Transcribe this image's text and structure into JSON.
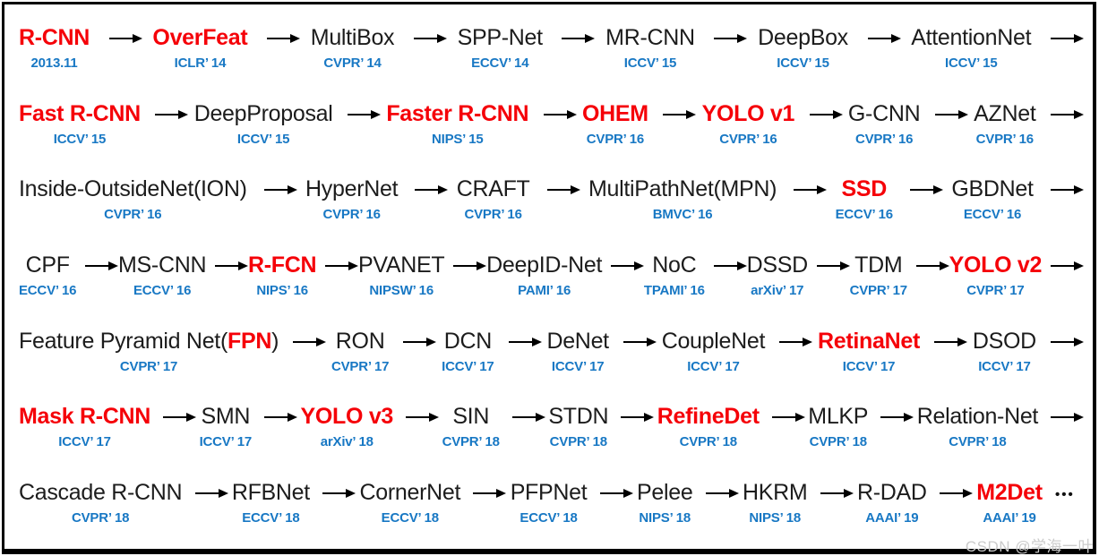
{
  "colors": {
    "red": "#f50008",
    "blue": "#1878c4",
    "black": "#1c1c1c"
  },
  "watermark": {
    "text": "CSDN @学海一叶"
  },
  "ellipsis_label": "•••",
  "rows": [
    {
      "trailing": "arrow",
      "items": [
        {
          "parts": [
            {
              "text": "R-CNN",
              "red": true
            }
          ],
          "venue": "2013.11"
        },
        {
          "parts": [
            {
              "text": "OverFeat",
              "red": true
            }
          ],
          "venue": "ICLR’ 14"
        },
        {
          "parts": [
            {
              "text": "MultiBox",
              "red": false
            }
          ],
          "venue": "CVPR’ 14"
        },
        {
          "parts": [
            {
              "text": "SPP-Net",
              "red": false
            }
          ],
          "venue": "ECCV’ 14"
        },
        {
          "parts": [
            {
              "text": "MR-CNN",
              "red": false
            }
          ],
          "venue": "ICCV’ 15"
        },
        {
          "parts": [
            {
              "text": "DeepBox",
              "red": false
            }
          ],
          "venue": "ICCV’ 15"
        },
        {
          "parts": [
            {
              "text": "AttentionNet",
              "red": false
            }
          ],
          "venue": "ICCV’ 15"
        }
      ]
    },
    {
      "trailing": "arrow",
      "items": [
        {
          "parts": [
            {
              "text": "Fast R-CNN",
              "red": true
            }
          ],
          "venue": "ICCV’ 15"
        },
        {
          "parts": [
            {
              "text": "DeepProposal",
              "red": false
            }
          ],
          "venue": "ICCV’ 15"
        },
        {
          "parts": [
            {
              "text": "Faster R-CNN",
              "red": true
            }
          ],
          "venue": "NIPS’ 15"
        },
        {
          "parts": [
            {
              "text": "OHEM",
              "red": true
            }
          ],
          "venue": "CVPR’ 16"
        },
        {
          "parts": [
            {
              "text": "YOLO v1",
              "red": true
            }
          ],
          "venue": "CVPR’ 16"
        },
        {
          "parts": [
            {
              "text": "G-CNN",
              "red": false
            }
          ],
          "venue": "CVPR’ 16"
        },
        {
          "parts": [
            {
              "text": "AZNet",
              "red": false
            }
          ],
          "venue": "CVPR’ 16"
        }
      ]
    },
    {
      "trailing": "arrow",
      "items": [
        {
          "parts": [
            {
              "text": "Inside-OutsideNet(ION)",
              "red": false
            }
          ],
          "venue": "CVPR’ 16"
        },
        {
          "parts": [
            {
              "text": "HyperNet",
              "red": false
            }
          ],
          "venue": "CVPR’ 16"
        },
        {
          "parts": [
            {
              "text": "CRAFT",
              "red": false
            }
          ],
          "venue": "CVPR’ 16"
        },
        {
          "parts": [
            {
              "text": "MultiPathNet(MPN)",
              "red": false
            }
          ],
          "venue": "BMVC’ 16"
        },
        {
          "parts": [
            {
              "text": "SSD",
              "red": true
            }
          ],
          "venue": "ECCV’ 16"
        },
        {
          "parts": [
            {
              "text": "GBDNet",
              "red": false
            }
          ],
          "venue": "ECCV’ 16"
        }
      ]
    },
    {
      "trailing": "arrow",
      "items": [
        {
          "parts": [
            {
              "text": "CPF",
              "red": false
            }
          ],
          "venue": "ECCV’ 16"
        },
        {
          "parts": [
            {
              "text": "MS-CNN",
              "red": false
            }
          ],
          "venue": "ECCV’ 16"
        },
        {
          "parts": [
            {
              "text": "R-FCN",
              "red": true
            }
          ],
          "venue": "NIPS’ 16"
        },
        {
          "parts": [
            {
              "text": "PVANET",
              "red": false
            }
          ],
          "venue": "NIPSW’ 16"
        },
        {
          "parts": [
            {
              "text": "DeepID-Net",
              "red": false
            }
          ],
          "venue": "PAMI’ 16"
        },
        {
          "parts": [
            {
              "text": "NoC",
              "red": false
            }
          ],
          "venue": "TPAMI’ 16"
        },
        {
          "parts": [
            {
              "text": "DSSD",
              "red": false
            }
          ],
          "venue": "arXiv’ 17"
        },
        {
          "parts": [
            {
              "text": "TDM",
              "red": false
            }
          ],
          "venue": "CVPR’ 17"
        },
        {
          "parts": [
            {
              "text": "YOLO v2",
              "red": true
            }
          ],
          "venue": "CVPR’ 17"
        }
      ]
    },
    {
      "trailing": "arrow",
      "items": [
        {
          "parts": [
            {
              "text": "Feature Pyramid Net(",
              "red": false
            },
            {
              "text": "FPN",
              "red": true
            },
            {
              "text": ")",
              "red": false
            }
          ],
          "venue": "CVPR’ 17"
        },
        {
          "parts": [
            {
              "text": "RON",
              "red": false
            }
          ],
          "venue": "CVPR’ 17"
        },
        {
          "parts": [
            {
              "text": "DCN",
              "red": false
            }
          ],
          "venue": "ICCV’ 17"
        },
        {
          "parts": [
            {
              "text": "DeNet",
              "red": false
            }
          ],
          "venue": "ICCV’ 17"
        },
        {
          "parts": [
            {
              "text": "CoupleNet",
              "red": false
            }
          ],
          "venue": "ICCV’ 17"
        },
        {
          "parts": [
            {
              "text": "RetinaNet",
              "red": true
            }
          ],
          "venue": "ICCV’ 17"
        },
        {
          "parts": [
            {
              "text": "DSOD",
              "red": false
            }
          ],
          "venue": "ICCV’ 17"
        }
      ]
    },
    {
      "trailing": "arrow",
      "items": [
        {
          "parts": [
            {
              "text": "Mask R-CNN",
              "red": true
            }
          ],
          "venue": "ICCV’ 17"
        },
        {
          "parts": [
            {
              "text": "SMN",
              "red": false
            }
          ],
          "venue": "ICCV’ 17"
        },
        {
          "parts": [
            {
              "text": "YOLO v3",
              "red": true
            }
          ],
          "venue": "arXiv’ 18"
        },
        {
          "parts": [
            {
              "text": "SIN",
              "red": false
            }
          ],
          "venue": "CVPR’ 18"
        },
        {
          "parts": [
            {
              "text": "STDN",
              "red": false
            }
          ],
          "venue": "CVPR’ 18"
        },
        {
          "parts": [
            {
              "text": "RefineDet",
              "red": true
            }
          ],
          "venue": "CVPR’ 18"
        },
        {
          "parts": [
            {
              "text": "MLKP",
              "red": false
            }
          ],
          "venue": "CVPR’ 18"
        },
        {
          "parts": [
            {
              "text": "Relation-Net",
              "red": false
            }
          ],
          "venue": "CVPR’ 18"
        }
      ]
    },
    {
      "trailing": "ellipsis",
      "items": [
        {
          "parts": [
            {
              "text": "Cascade R-CNN",
              "red": false
            }
          ],
          "venue": "CVPR’ 18"
        },
        {
          "parts": [
            {
              "text": "RFBNet",
              "red": false
            }
          ],
          "venue": "ECCV’ 18"
        },
        {
          "parts": [
            {
              "text": "CornerNet",
              "red": false
            }
          ],
          "venue": "ECCV’ 18"
        },
        {
          "parts": [
            {
              "text": "PFPNet",
              "red": false
            }
          ],
          "venue": "ECCV’ 18"
        },
        {
          "parts": [
            {
              "text": "Pelee",
              "red": false
            }
          ],
          "venue": "NIPS’ 18"
        },
        {
          "parts": [
            {
              "text": "HKRM",
              "red": false
            }
          ],
          "venue": "NIPS’ 18"
        },
        {
          "parts": [
            {
              "text": "R-DAD",
              "red": false
            }
          ],
          "venue": "AAAI’ 19"
        },
        {
          "parts": [
            {
              "text": "M2Det",
              "red": true
            }
          ],
          "venue": "AAAI’ 19"
        }
      ]
    }
  ]
}
